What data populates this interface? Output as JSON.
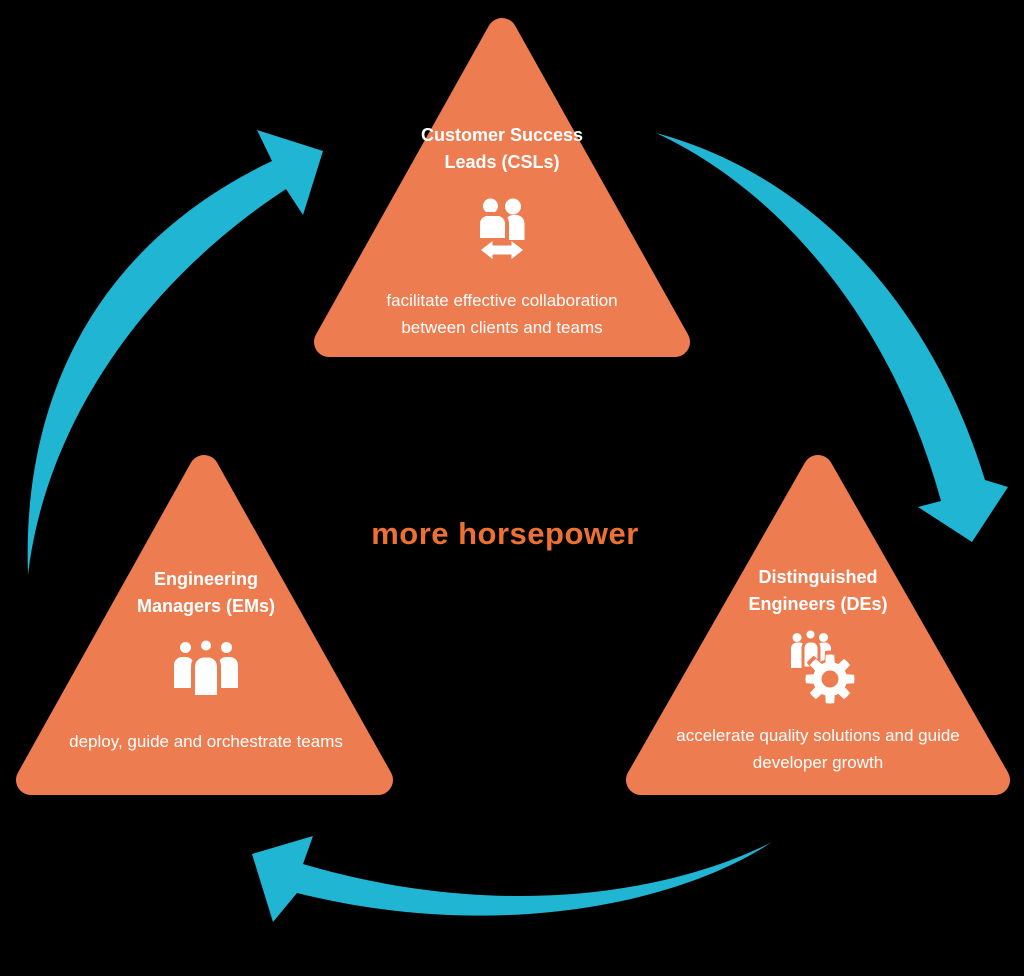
{
  "center": {
    "label": "more horsepower"
  },
  "nodes": {
    "csl": {
      "title_line1": "Customer Success",
      "title_line2": "Leads (CSLs)",
      "desc_line1": "facilitate effective collaboration",
      "desc_line2": "between clients and teams",
      "icon": "people-exchange-icon"
    },
    "em": {
      "title_line1": "Engineering",
      "title_line2": "Managers (EMs)",
      "desc_line1": "deploy, guide and orchestrate teams",
      "icon": "people-group-icon"
    },
    "de": {
      "title_line1": "Distinguished",
      "title_line2": "Engineers (DEs)",
      "desc_line1": "accelerate quality solutions and guide",
      "desc_line2": "developer growth",
      "icon": "people-gear-icon"
    }
  },
  "colors": {
    "triangle_orange": "#ED7C50",
    "center_text_orange": "#ED7133",
    "arrow_cyan": "#20B5D2",
    "icon_white": "#FFFFFF",
    "background": "#000000"
  }
}
